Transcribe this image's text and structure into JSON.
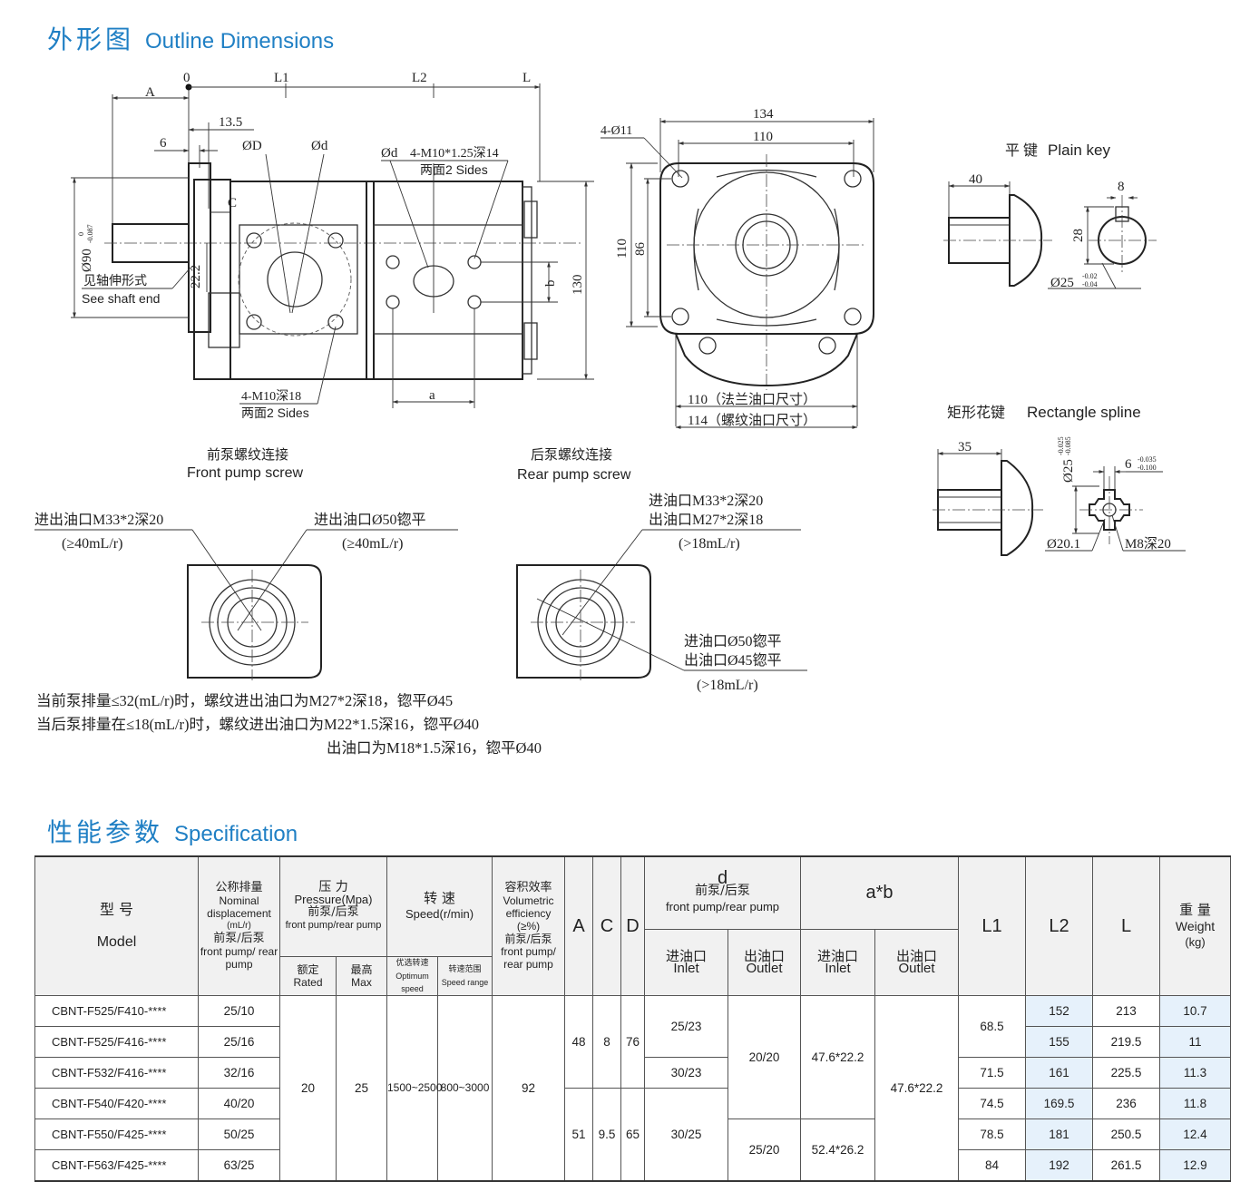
{
  "outline": {
    "title_cn": "外形图",
    "title_en": "Outline Dimensions"
  },
  "spec": {
    "title_cn": "性能参数",
    "title_en": "Specification"
  },
  "side_view": {
    "dims": {
      "zero": "0",
      "L1": "L1",
      "L2": "L2",
      "L": "L",
      "A": "A",
      "d135": "13.5",
      "d6": "6",
      "phiD": "ØD",
      "phid": "Ød",
      "C": "C",
      "d222": "22.2",
      "b": "b",
      "a": "a",
      "d130": "130",
      "phi90": "Ø90",
      "phi90_tol_u": "0",
      "phi90_tol_l": "-0.087"
    },
    "shaft_note_cn": "见轴伸形式",
    "shaft_note_en": "See shaft end",
    "tap_note_1": "Ød",
    "tap_note_2": "4-M10*1.25深14",
    "tap_note_3": "两面2 Sides",
    "bottom_note_1": "4-M10深18",
    "bottom_note_2": "两面2 Sides"
  },
  "end_view": {
    "holes": "4-Ø11",
    "d134": "134",
    "d110_top": "110",
    "d110_left": "110",
    "d86": "86",
    "flange_note": "110（法兰油口尺寸）",
    "thread_note": "114（螺纹油口尺寸）"
  },
  "plain_key": {
    "title_cn": "平 键",
    "title_en": "Plain key",
    "d40": "40",
    "d8": "8",
    "d28": "28",
    "phi25": "Ø25",
    "phi25_tol_u": "-0.02",
    "phi25_tol_l": "-0.04"
  },
  "rect_spline": {
    "title_cn": "矩形花键",
    "title_en": "Rectangle spline",
    "d35": "35",
    "phi25": "Ø25",
    "phi25_tol_u": "-0.025",
    "phi25_tol_l": "-0.085",
    "d6": "6",
    "d6_tol_u": "-0.035",
    "d6_tol_l": "-0.100",
    "phi201": "Ø20.1",
    "m8": "M8深20"
  },
  "front_screw": {
    "title_cn": "前泵螺纹连接",
    "title_en": "Front pump screw",
    "left_1": "进出油口M33*2深20",
    "left_2": "(≥40mL/r)",
    "right_1": "进出油口Ø50锪平",
    "right_2": "(≥40mL/r)"
  },
  "rear_screw": {
    "title_cn": "后泵螺纹连接",
    "title_en": "Rear pump screw",
    "top_1": "进油口M33*2深20",
    "top_2": "出油口M27*2深18",
    "top_3": "(>18mL/r)",
    "bot_1": "进油口Ø50锪平",
    "bot_2": "出油口Ø45锪平",
    "bot_3": "(>18mL/r)"
  },
  "notes": [
    "当前泵排量≤32(mL/r)时，螺纹进出油口为M27*2深18，锪平Ø45",
    "当后泵排量在≤18(mL/r)时，螺纹进出油口为M22*1.5深16，锪平Ø40",
    "出油口为M18*1.5深16，锪平Ø40"
  ],
  "table": {
    "h_model_cn": "型    号",
    "h_model_en": "Model",
    "h_disp_cn": "公称排量",
    "h_disp_en": "Nominal displacement",
    "h_disp_unit": "(mL/r)",
    "h_disp_cn2": "前泵/后泵",
    "h_disp_en2": "front pump/ rear pump",
    "h_press_cn": "压  力",
    "h_press_en": "Pressure(Mpa)",
    "h_press_cn2": "前泵/后泵",
    "h_press_en2": "front pump/rear pump",
    "h_rated_cn": "额定",
    "h_rated_en": "Rated",
    "h_max_cn": "最高",
    "h_max_en": "Max",
    "h_speed_cn": "转    速",
    "h_speed_en": "Speed(r/min)",
    "h_opt_cn": "优选转速",
    "h_opt_en": "Optimum speed",
    "h_range_cn": "转速范围",
    "h_range_en": "Speed range",
    "h_vol_cn": "容积效率",
    "h_vol_en": "Volumetric efficiency",
    "h_vol_unit": "(≥%)",
    "h_vol_cn2": "前泵/后泵",
    "h_vol_en2": "front pump/ rear pump",
    "h_A": "A",
    "h_C": "C",
    "h_D": "D",
    "h_d": "d",
    "h_d_cn": "前泵/后泵",
    "h_d_en": "front pump/rear pump",
    "h_ab": "a*b",
    "h_inlet_cn": "进油口",
    "h_inlet_en": "Inlet",
    "h_outlet_cn": "出油口",
    "h_outlet_en": "Outlet",
    "h_L1": "L1",
    "h_L2": "L2",
    "h_L": "L",
    "h_weight_cn": "重  量",
    "h_weight_en": "Weight",
    "h_weight_unit": "(kg)",
    "rows": [
      {
        "model": "CBNT-F525/F410-****",
        "disp": "25/10",
        "L2": "152",
        "L": "213",
        "weight": "10.7"
      },
      {
        "model": "CBNT-F525/F416-****",
        "disp": "25/16",
        "L2": "155",
        "L": "219.5",
        "weight": "11"
      },
      {
        "model": "CBNT-F532/F416-****",
        "disp": "32/16",
        "L2": "161",
        "L": "225.5",
        "weight": "11.3"
      },
      {
        "model": "CBNT-F540/F420-****",
        "disp": "40/20",
        "L2": "169.5",
        "L": "236",
        "weight": "11.8"
      },
      {
        "model": "CBNT-F550/F425-****",
        "disp": "50/25",
        "L2": "181",
        "L": "250.5",
        "weight": "12.4"
      },
      {
        "model": "CBNT-F563/F425-****",
        "disp": "63/25",
        "L2": "192",
        "L": "261.5",
        "weight": "12.9"
      }
    ],
    "rated": "20",
    "max": "25",
    "opt": "1500~2500",
    "range": "800~3000",
    "vol": "92",
    "A1": "48",
    "C1": "8",
    "D1": "76",
    "A2": "51",
    "C2": "9.5",
    "D2": "65",
    "d_in1": "25/23",
    "d_in2": "30/23",
    "d_in3": "30/25",
    "d_out1": "20/20",
    "d_out2": "25/20",
    "ab_in1": "47.6*22.2",
    "ab_in2": "52.4*26.2",
    "ab_out": "47.6*22.2",
    "L1_1": "68.5",
    "L1_3": "71.5",
    "L1_4": "74.5",
    "L1_5": "78.5",
    "L1_6": "84"
  }
}
